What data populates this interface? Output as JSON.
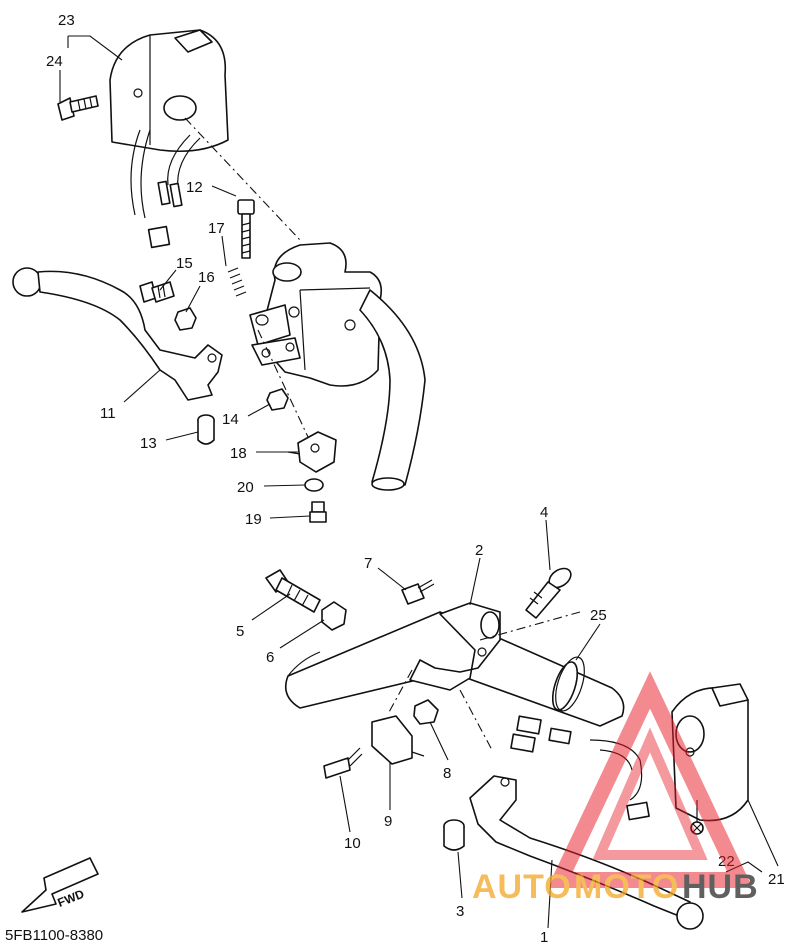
{
  "diagram": {
    "part_labels": {
      "p1": "1",
      "p2": "2",
      "p3": "3",
      "p4": "4",
      "p5": "5",
      "p6": "6",
      "p7": "7",
      "p8": "8",
      "p9": "9",
      "p10": "10",
      "p11": "11",
      "p12": "12",
      "p13": "13",
      "p14": "14",
      "p15": "15",
      "p16": "16",
      "p17": "17",
      "p18": "18",
      "p19": "19",
      "p20": "20",
      "p21": "21",
      "p22": "22",
      "p23": "23",
      "p24": "24",
      "p25": "25"
    },
    "fwd_label": "FWD",
    "catalog_code": "5FB1100-8380"
  },
  "watermark": {
    "text_auto": "AUTO",
    "text_moto": "MOTO",
    "text_hub": "HUB",
    "colors": {
      "triangle": "#e8202a",
      "auto": "#f5a623",
      "moto": "#f5a623",
      "hub": "#2b2b2b"
    }
  }
}
